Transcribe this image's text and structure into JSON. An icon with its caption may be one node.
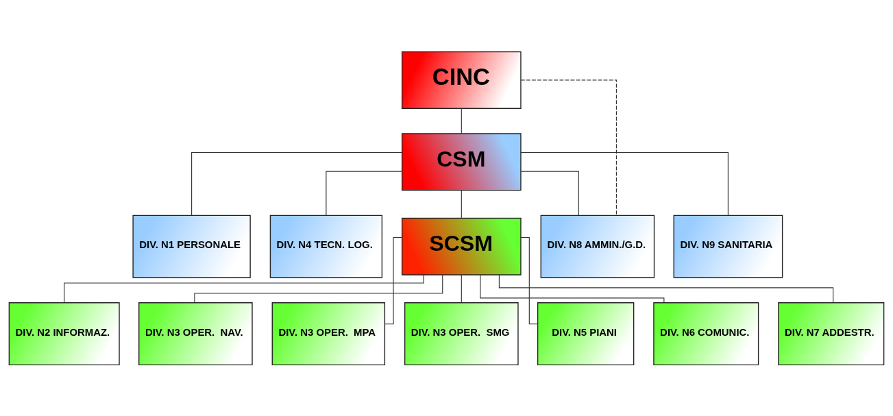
{
  "diagram": {
    "nodes": [
      {
        "text": [
          "CINC"
        ]
      },
      {
        "text": [
          "CSM"
        ]
      },
      {
        "text": [
          "DIV. N1 PERSONALE"
        ]
      },
      {
        "text": [
          "DIV. N4 TECN. LOG."
        ]
      },
      {
        "text": [
          "SCSM"
        ]
      },
      {
        "text": [
          "DIV. N8 AMMIN./G.D."
        ]
      },
      {
        "text": [
          "DIV. N9 SANITARIA"
        ]
      },
      {
        "text": [
          "DIV. N2 INFORMAZ."
        ]
      },
      {
        "text": [
          "DIV. N3 OPER.  NAV."
        ]
      },
      {
        "text": [
          "DIV. N3 OPER.  MPA"
        ]
      },
      {
        "text": [
          "DIV. N3 OPER.  SMG"
        ]
      },
      {
        "text": [
          "DIV. N5 PIANI"
        ]
      },
      {
        "text": [
          "DIV. N6 COMUNIC."
        ]
      },
      {
        "text": [
          "DIV. N7 ADDESTR."
        ]
      }
    ],
    "edges": [
      {
        "from": 0,
        "to": 1,
        "arrow": "none"
      },
      {
        "from": 1,
        "to": 2,
        "arrow": "none"
      },
      {
        "from": 1,
        "to": 3,
        "arrow": "none"
      },
      {
        "from": 1,
        "to": 4,
        "arrow": "none"
      },
      {
        "from": 1,
        "to": 5,
        "arrow": "none"
      },
      {
        "from": 1,
        "to": 6,
        "arrow": "none"
      },
      {
        "from": 0,
        "to": 5,
        "arrow": "none",
        "style": "dashed"
      },
      {
        "from": 4,
        "to": 7,
        "arrow": "none"
      },
      {
        "from": 4,
        "to": 8,
        "arrow": "none"
      },
      {
        "from": 4,
        "to": 9,
        "arrow": "none"
      },
      {
        "from": 4,
        "to": 10,
        "arrow": "none"
      },
      {
        "from": 4,
        "to": 11,
        "arrow": "none"
      },
      {
        "from": 4,
        "to": 12,
        "arrow": "none"
      },
      {
        "from": 4,
        "to": 13,
        "arrow": "none"
      }
    ]
  }
}
